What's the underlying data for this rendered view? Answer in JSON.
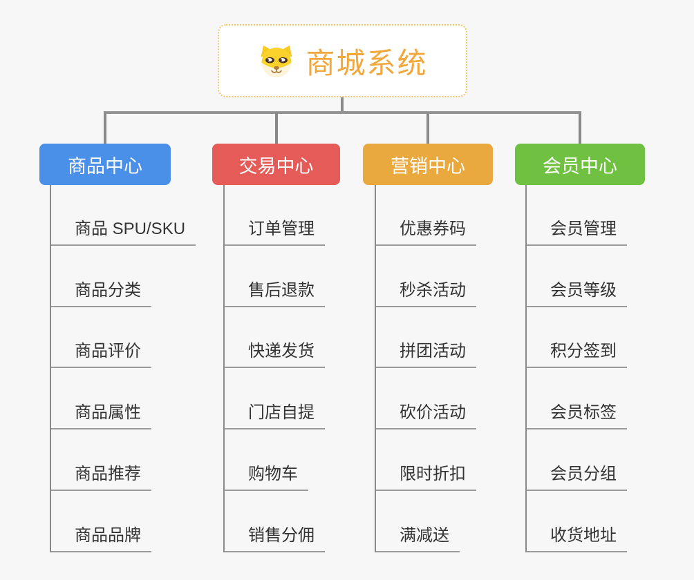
{
  "page": {
    "background": "#f7f7f7"
  },
  "root": {
    "title": "商城系统",
    "icon": "shiba-dog-icon",
    "border_color": "#f2c36b",
    "title_color": "#f1a73c"
  },
  "connector_color": "#8a8a8a",
  "underline_color": "#9a9a9a",
  "branches": [
    {
      "label": "商品中心",
      "color": "#4a8fe8",
      "children": [
        "商品 SPU/SKU",
        "商品分类",
        "商品评价",
        "商品属性",
        "商品推荐",
        "商品品牌"
      ]
    },
    {
      "label": "交易中心",
      "color": "#e45b58",
      "children": [
        "订单管理",
        "售后退款",
        "快递发货",
        "门店自提",
        "购物车",
        "销售分佣"
      ]
    },
    {
      "label": "营销中心",
      "color": "#eaa93f",
      "children": [
        "优惠券码",
        "秒杀活动",
        "拼团活动",
        "砍价活动",
        "限时折扣",
        "满减送"
      ]
    },
    {
      "label": "会员中心",
      "color": "#70c142",
      "children": [
        "会员管理",
        "会员等级",
        "积分签到",
        "会员标签",
        "会员分组",
        "收货地址"
      ]
    }
  ]
}
